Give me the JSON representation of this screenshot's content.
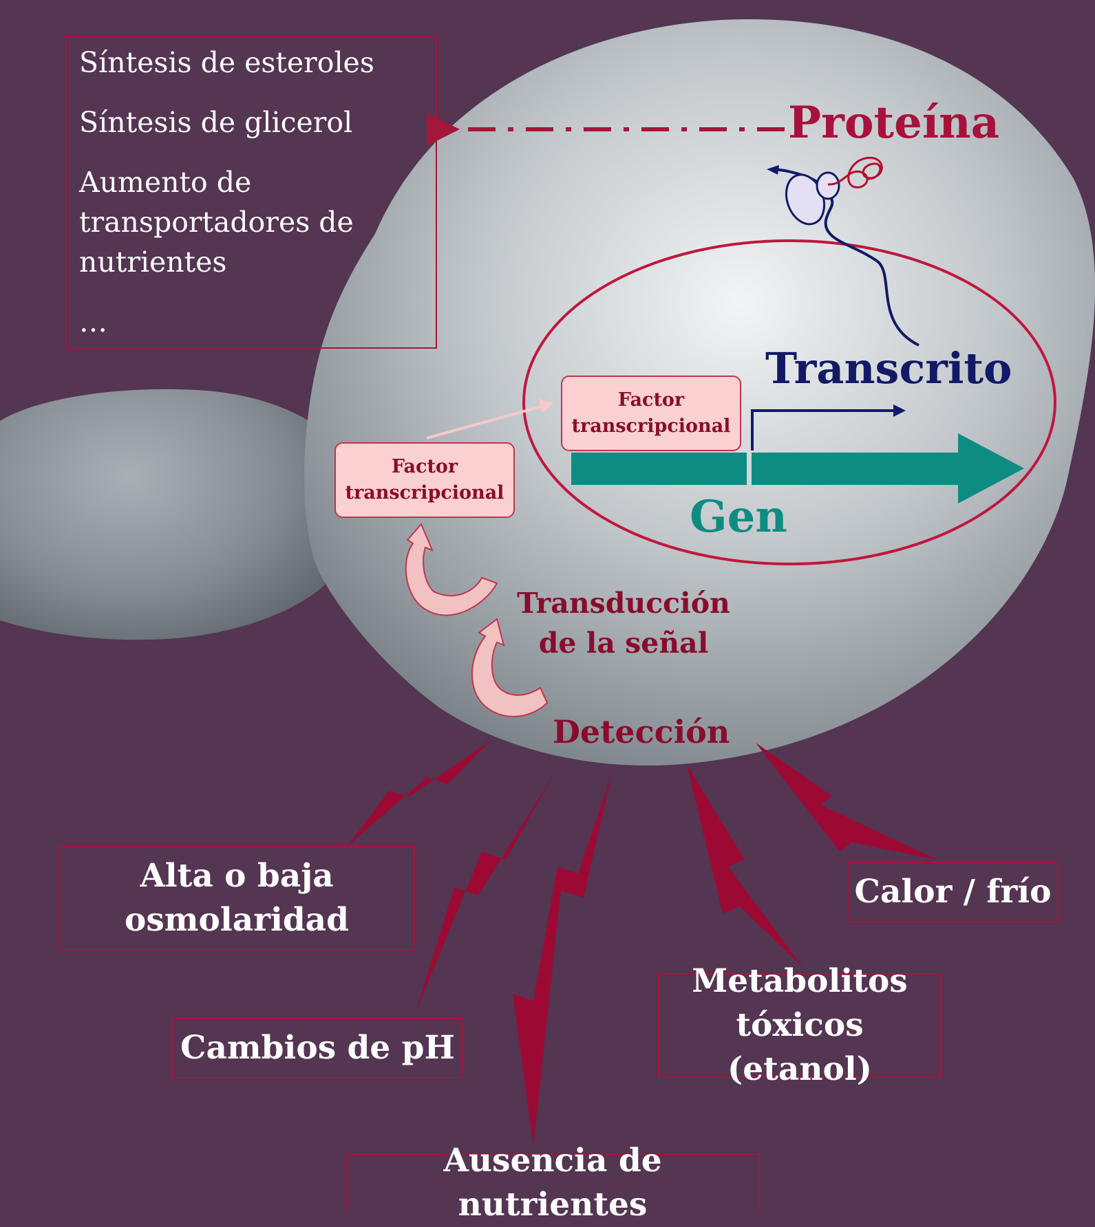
{
  "responses": {
    "items": [
      "Síntesis de esteroles",
      "Síntesis de glicerol",
      "Aumento de transportadores de nutrientes",
      "…"
    ]
  },
  "cell": {
    "protein_label": "Proteína",
    "transcript_label": "Transcrito",
    "gene_label": "Gen",
    "tf_nucleus": [
      "Factor",
      "transcripcional"
    ],
    "tf_cytoplasm": [
      "Factor",
      "transcripcional"
    ],
    "transduction_label": [
      "Transducción",
      "de la señal"
    ],
    "detection_label": "Detección"
  },
  "stresses": {
    "osmolarity": [
      "Alta o baja",
      "osmolaridad"
    ],
    "ph": "Cambios de pH",
    "nutrients": "Ausencia de nutrientes",
    "metabolites": [
      "Metabolitos",
      "tóxicos (etanol)"
    ],
    "temperature": "Calor / frío"
  },
  "colors": {
    "background": "#543552",
    "accent_red": "#a3173a",
    "transcript_blue": "#121a66",
    "gene_teal": "#0f8c82",
    "tf_fill": "#fbd0d0"
  }
}
